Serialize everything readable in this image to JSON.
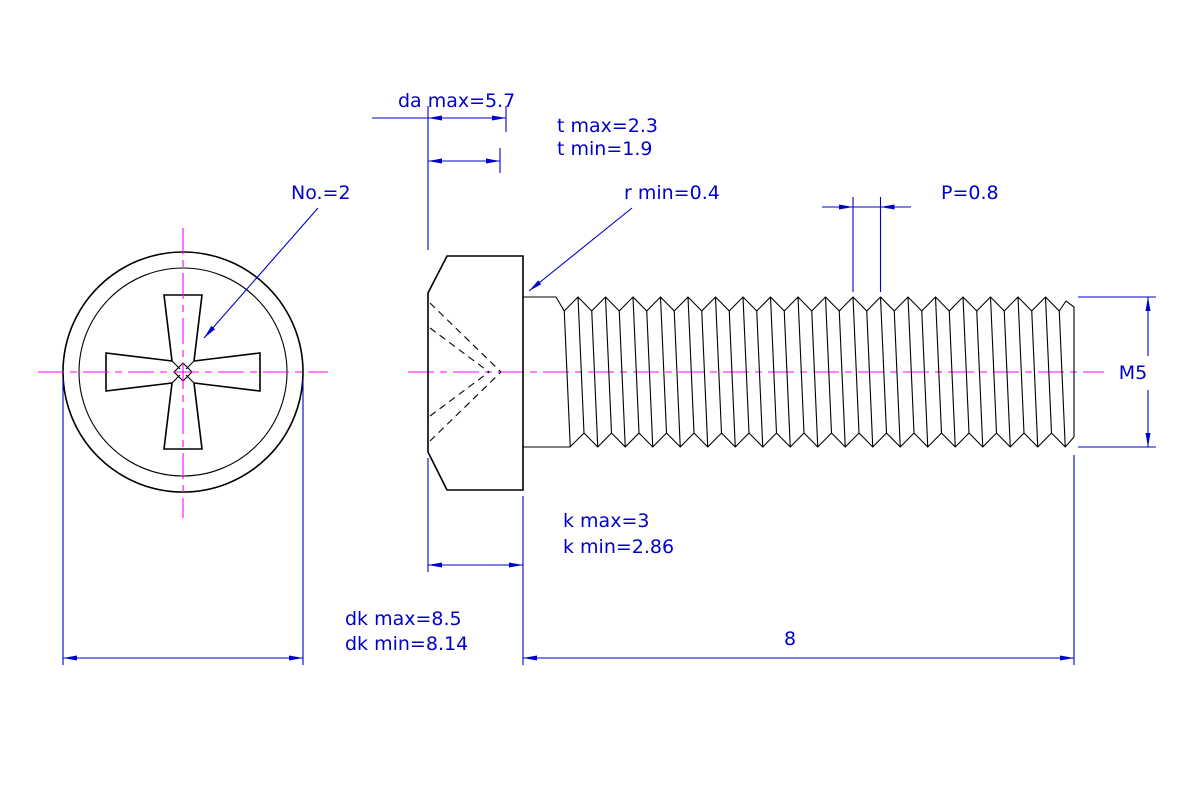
{
  "drawing": {
    "type": "engineering-drawing",
    "views": [
      "front-view-phillips-head",
      "side-view-threaded-screw"
    ],
    "colors": {
      "outline": "#000000",
      "dimension": "#0000cd",
      "centerline": "#ff00ff",
      "background": "#ffffff"
    },
    "dimensions": {
      "da": "da max=5.7",
      "t_max": "t max=2.3",
      "t_min": "t min=1.9",
      "recess_no": "No.=2",
      "r_min": "r min=0.4",
      "pitch": "P=0.8",
      "thread": "M5",
      "k_max": "k max=3",
      "k_min": "k min=2.86",
      "dk_max": "dk max=8.5",
      "dk_min": "dk min=8.14",
      "length": "8"
    }
  }
}
